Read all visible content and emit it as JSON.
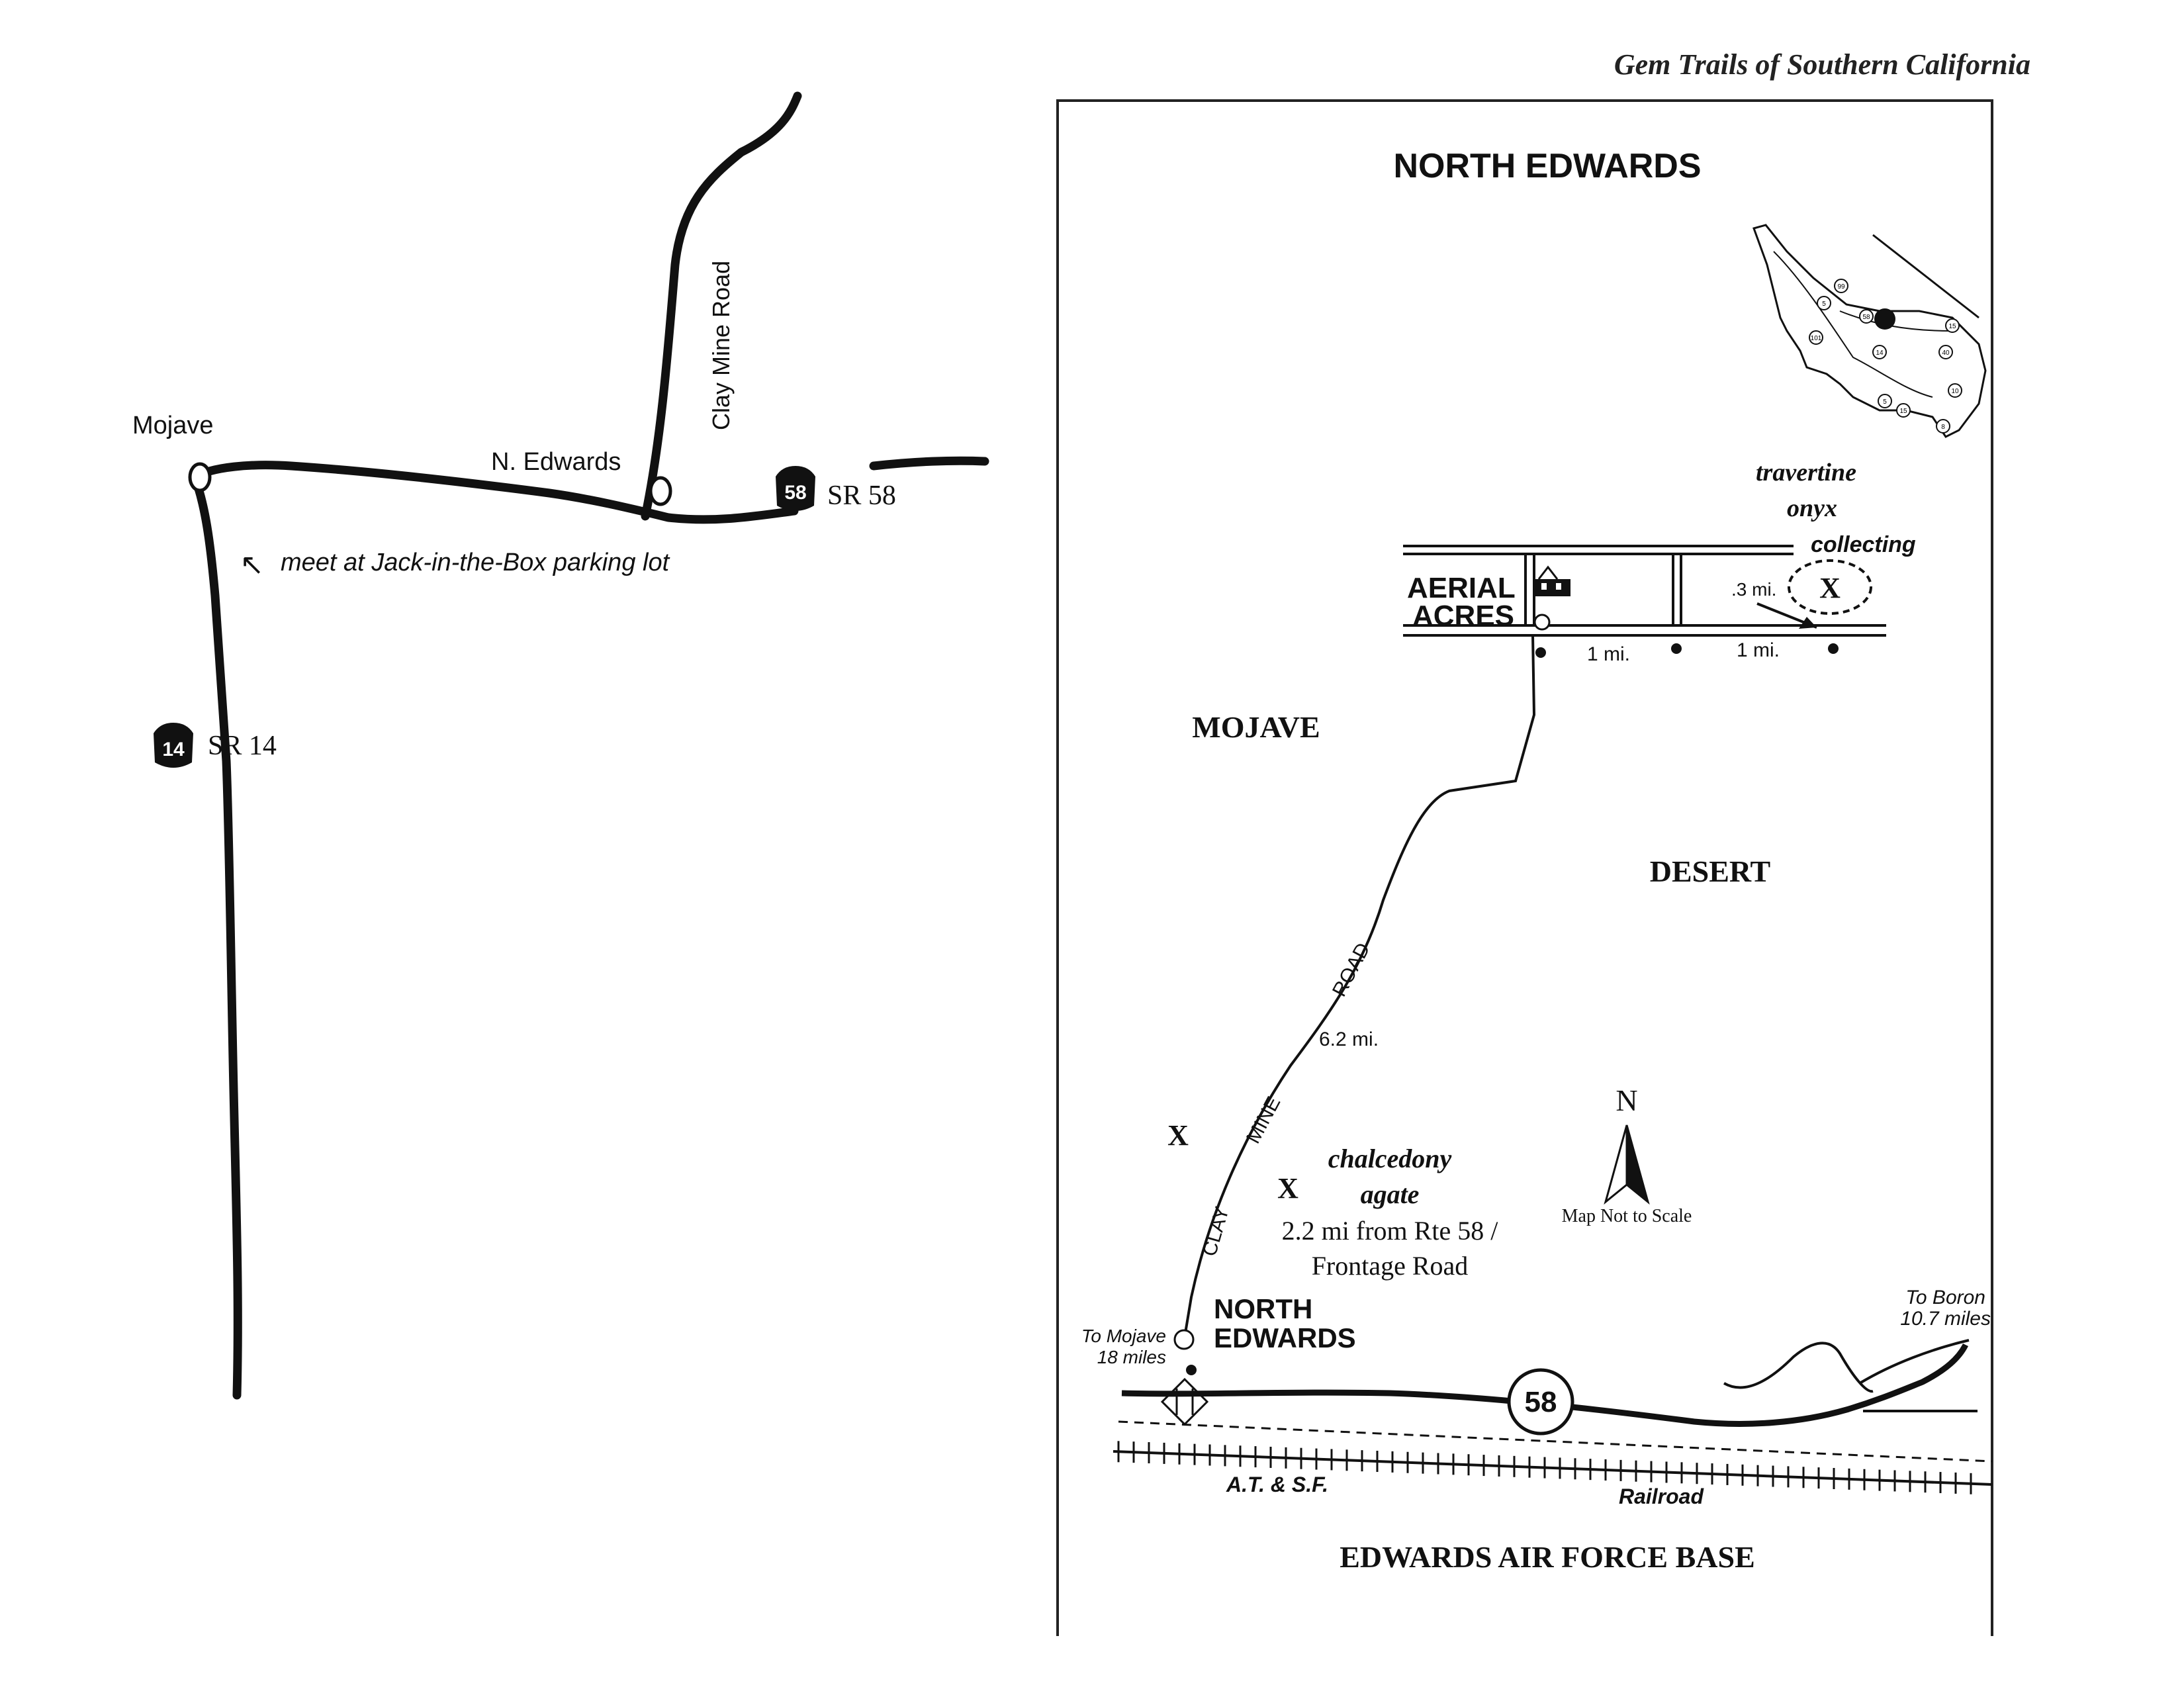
{
  "left_map": {
    "mojave": "Mojave",
    "n_edwards": "N. Edwards",
    "clay_mine_road": "Clay Mine Road",
    "sr58": "SR 58",
    "sr14": "SR 14",
    "shield58": "58",
    "shield14": "14",
    "meet_note": "meet at Jack-in-the-Box parking lot",
    "arrow_glyph": "↖"
  },
  "right_map": {
    "header": "Gem Trails of Southern California",
    "title": "NORTH EDWARDS",
    "aerial_acres_1": "AERIAL",
    "aerial_acres_2": "ACRES",
    "travertine": "travertine",
    "onyx": "onyx",
    "collecting": "collecting",
    "dist_03": ".3 mi.",
    "dist_1a": "1 mi.",
    "dist_1b": "1 mi.",
    "mojave": "MOJAVE",
    "desert": "DESERT",
    "road_label": "ROAD",
    "mine_label": "MINE",
    "clay_label": "CLAY",
    "dist_62": "6.2 mi.",
    "chalcedony": "chalcedony",
    "agate": "agate",
    "rte_note_1": "2.2 mi from Rte 58 /",
    "rte_note_2": "Frontage Road",
    "north_letter": "N",
    "not_to_scale": "Map Not to Scale",
    "north_edwards_1": "NORTH",
    "north_edwards_2": "EDWARDS",
    "to_mojave_1": "To Mojave",
    "to_mojave_2": "18 miles",
    "to_boron_1": "To Boron",
    "to_boron_2": "10.7 miles",
    "hwy58": "58",
    "atsf": "A.T. & S.F.",
    "railroad": "Railroad",
    "base": "EDWARDS AIR FORCE BASE",
    "x_mark": "X",
    "inset_shields": [
      "99",
      "5",
      "58",
      "15",
      "101",
      "14",
      "40",
      "5",
      "15",
      "10",
      "8"
    ]
  }
}
